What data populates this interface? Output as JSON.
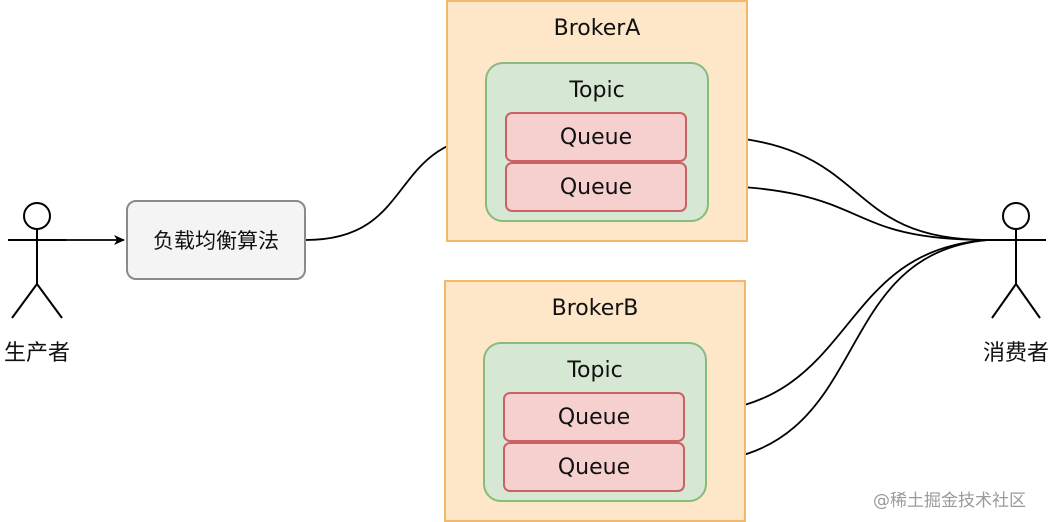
{
  "producer": {
    "label": "生产者"
  },
  "consumer": {
    "label": "消费者"
  },
  "load_balancer": {
    "label": "负载均衡算法"
  },
  "brokers": [
    {
      "name": "BrokerA",
      "topic": "Topic",
      "queues": [
        "Queue",
        "Queue"
      ]
    },
    {
      "name": "BrokerB",
      "topic": "Topic",
      "queues": [
        "Queue",
        "Queue"
      ]
    }
  ],
  "watermark": "@稀土掘金技术社区"
}
